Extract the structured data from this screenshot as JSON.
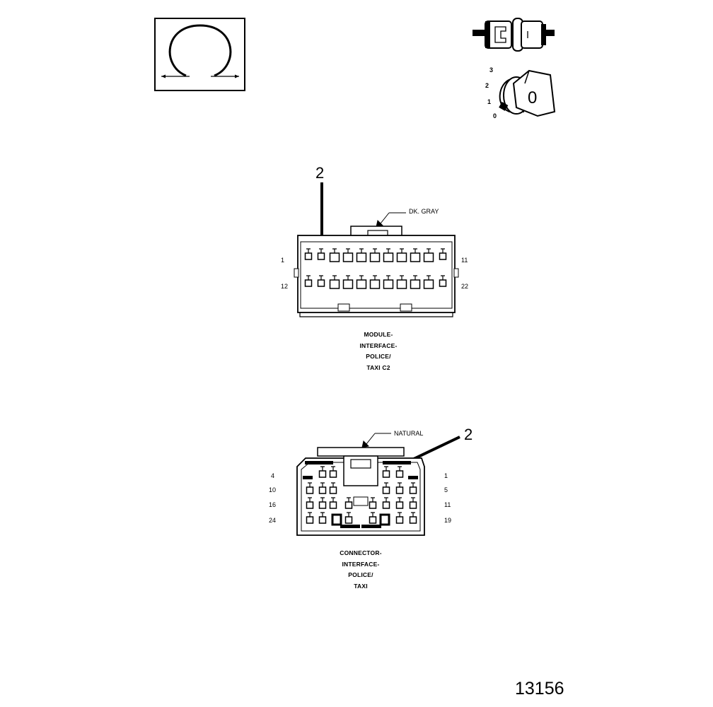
{
  "icons": {
    "ohm": "ohmmeter-symbol",
    "connector": "connector-test-icon",
    "ignition": "ignition-switch-icon"
  },
  "ignition": {
    "positions": [
      "3",
      "2",
      "1",
      "0"
    ],
    "key_label": "0"
  },
  "connector_c2": {
    "callout": "2",
    "color_label": "DK. GRAY",
    "pin_labels": {
      "top_left": "1",
      "top_right": "11",
      "bottom_left": "12",
      "bottom_right": "22"
    },
    "caption": [
      "MODULE-",
      "INTERFACE-",
      "POLICE/",
      "TAXI C2"
    ]
  },
  "connector_police": {
    "callout": "2",
    "color_label": "NATURAL",
    "left_pins": [
      "4",
      "10",
      "16",
      "24"
    ],
    "right_pins": [
      "1",
      "5",
      "11",
      "19"
    ],
    "caption": [
      "CONNECTOR-",
      "INTERFACE-",
      "POLICE/",
      "TAXI"
    ]
  },
  "figure_number": "13156"
}
